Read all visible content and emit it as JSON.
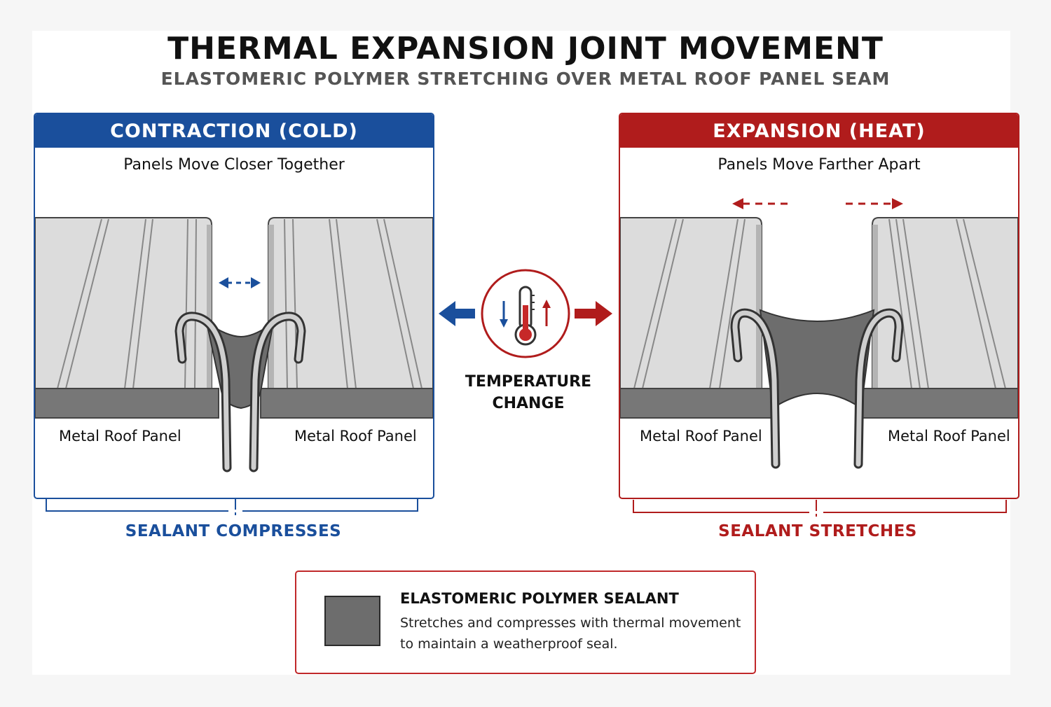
{
  "title": "THERMAL EXPANSION JOINT MOVEMENT",
  "subtitle": "ELASTOMERIC POLYMER STRETCHING OVER METAL ROOF PANEL SEAM",
  "colors": {
    "cold_blue": "#1a4f9c",
    "heat_red": "#b01c1c",
    "panel_gray": "#d9d9d9",
    "sealant_gray": "#6d6d6d"
  },
  "contraction": {
    "header": "CONTRACTION (COLD)",
    "caption": "Panels Move Closer Together",
    "left_panel_label": "Metal Roof Panel",
    "right_panel_label": "Metal Roof Panel",
    "effect": "SEALANT COMPRESSES",
    "arrow_icon": "double-headed-arrow-icon"
  },
  "expansion": {
    "header": "EXPANSION (HEAT)",
    "caption": "Panels Move Farther Apart",
    "left_panel_label": "Metal Roof Panel",
    "right_panel_label": "Metal Roof Panel",
    "effect": "SEALANT STRETCHES",
    "arrow_icon": "outward-dashed-arrows-icon"
  },
  "center": {
    "icon": "thermometer-icon",
    "label_line1": "TEMPERATURE",
    "label_line2": "CHANGE"
  },
  "legend": {
    "title": "ELASTOMERIC POLYMER SEALANT",
    "line1": "Stretches and compresses with thermal movement",
    "line2": "to maintain a weatherproof seal."
  }
}
